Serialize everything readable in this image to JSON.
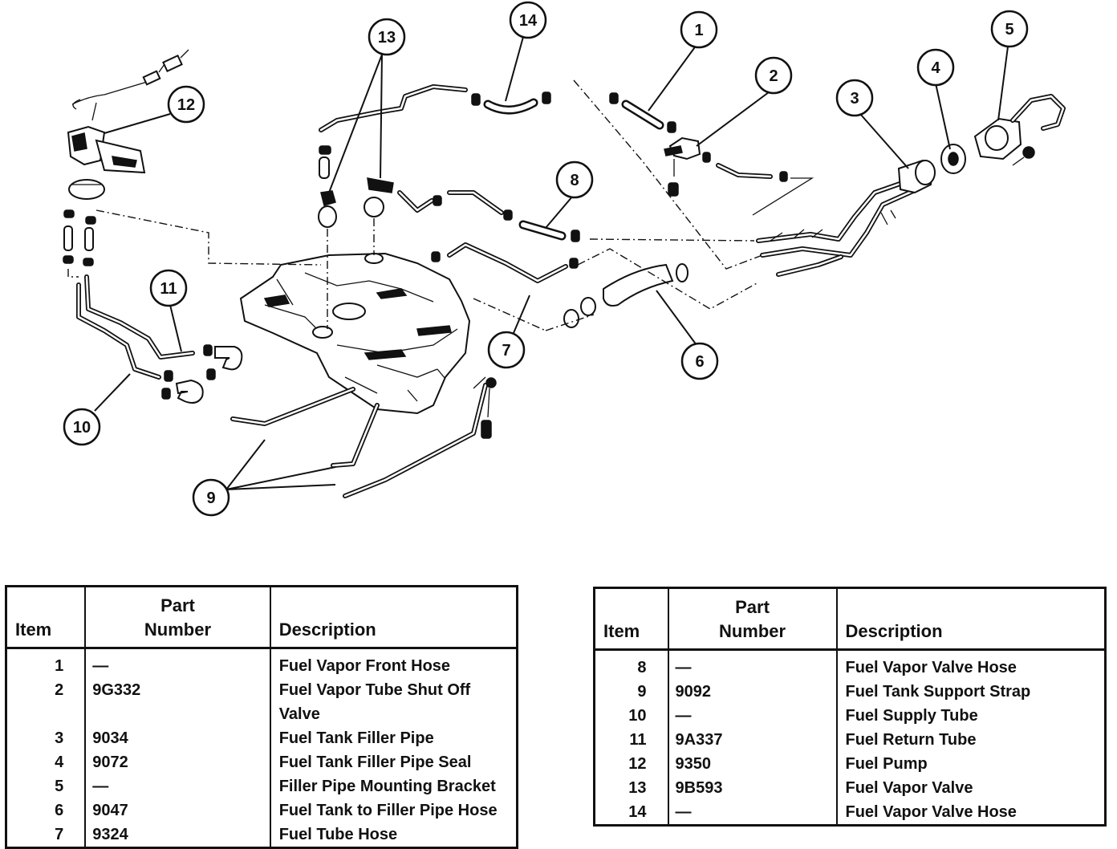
{
  "callouts": [
    "1",
    "2",
    "3",
    "4",
    "5",
    "6",
    "7",
    "8",
    "9",
    "10",
    "11",
    "12",
    "13",
    "14"
  ],
  "headers": {
    "item": "Item",
    "part_line1": "Part",
    "part_line2": "Number",
    "description": "Description"
  },
  "table_left": [
    {
      "item": "1",
      "part": "—",
      "desc": "Fuel Vapor Front Hose"
    },
    {
      "item": "2",
      "part": "9G332",
      "desc": "Fuel Vapor Tube Shut Off Valve"
    },
    {
      "item": "3",
      "part": "9034",
      "desc": "Fuel Tank Filler Pipe"
    },
    {
      "item": "4",
      "part": "9072",
      "desc": "Fuel Tank Filler Pipe Seal"
    },
    {
      "item": "5",
      "part": "—",
      "desc": "Filler Pipe Mounting Bracket"
    },
    {
      "item": "6",
      "part": "9047",
      "desc": "Fuel Tank to Filler Pipe Hose"
    },
    {
      "item": "7",
      "part": "9324",
      "desc": "Fuel Tube Hose"
    }
  ],
  "table_right": [
    {
      "item": "8",
      "part": "—",
      "desc": "Fuel Vapor Valve Hose"
    },
    {
      "item": "9",
      "part": "9092",
      "desc": "Fuel Tank Support Strap"
    },
    {
      "item": "10",
      "part": "—",
      "desc": "Fuel Supply Tube"
    },
    {
      "item": "11",
      "part": "9A337",
      "desc": "Fuel Return Tube"
    },
    {
      "item": "12",
      "part": "9350",
      "desc": "Fuel Pump"
    },
    {
      "item": "13",
      "part": "9B593",
      "desc": "Fuel Vapor Valve"
    },
    {
      "item": "14",
      "part": "—",
      "desc": "Fuel Vapor Valve Hose"
    }
  ]
}
